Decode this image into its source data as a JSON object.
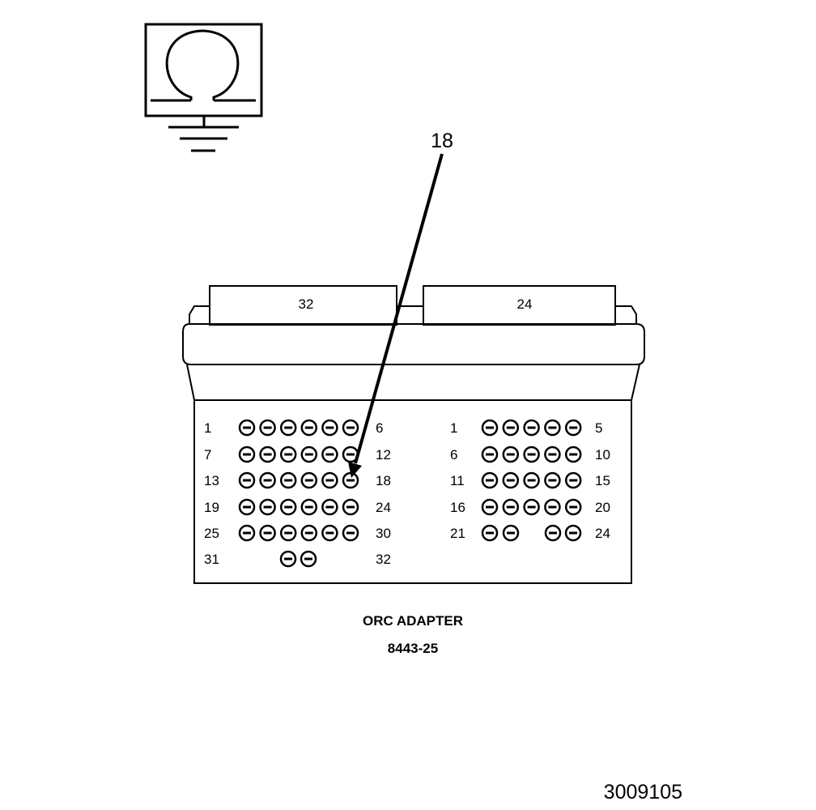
{
  "meter": {
    "icon": "ohmmeter-ground-icon"
  },
  "callout": {
    "label": "18"
  },
  "connectors": {
    "left": {
      "tab_label": "32",
      "rows": [
        {
          "start": "1",
          "end": "6",
          "pins": 6
        },
        {
          "start": "7",
          "end": "12",
          "pins": 6
        },
        {
          "start": "13",
          "end": "18",
          "pins": 6
        },
        {
          "start": "19",
          "end": "24",
          "pins": 6
        },
        {
          "start": "25",
          "end": "30",
          "pins": 6
        },
        {
          "start": "31",
          "end": "32",
          "pins": 2
        }
      ]
    },
    "right": {
      "tab_label": "24",
      "rows": [
        {
          "start": "1",
          "end": "5",
          "pins": 5
        },
        {
          "start": "6",
          "end": "10",
          "pins": 5
        },
        {
          "start": "11",
          "end": "15",
          "pins": 5
        },
        {
          "start": "16",
          "end": "20",
          "pins": 5
        },
        {
          "start": "21",
          "end": "24",
          "pins": 4
        }
      ]
    }
  },
  "caption": {
    "title": "ORC ADAPTER",
    "part_number": "8443-25"
  },
  "figure_id": "3009105"
}
